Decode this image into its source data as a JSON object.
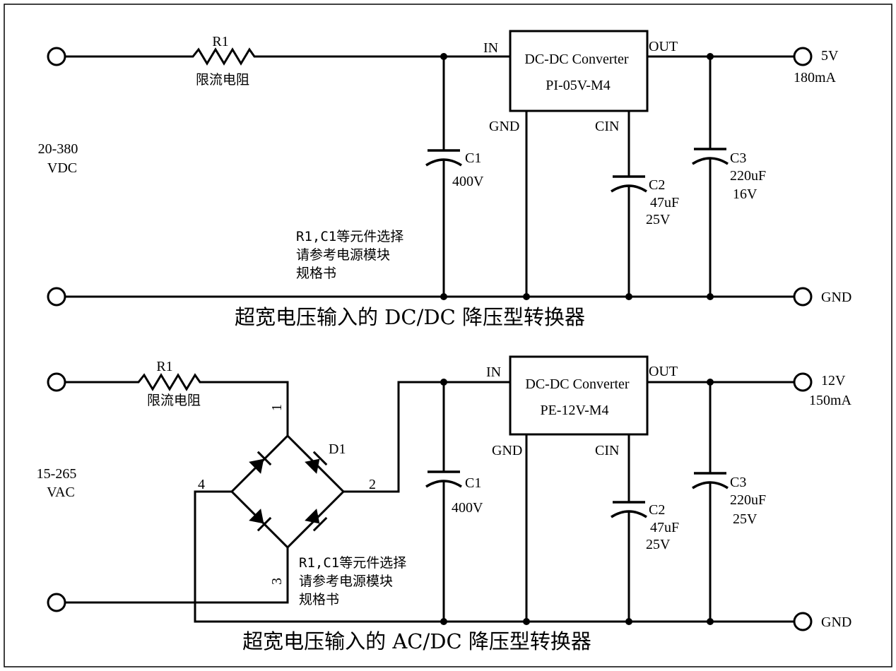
{
  "top": {
    "r1_label": "R1",
    "r1_desc": "限流电阻",
    "input_voltage_line1": "20-380",
    "input_voltage_line2": "VDC",
    "c1_label": "C1",
    "c1_value": "400V",
    "pin_in": "IN",
    "pin_out": "OUT",
    "pin_gnd": "GND",
    "pin_cin": "CIN",
    "module_name": "DC-DC Converter",
    "module_model": "PI-05V-M4",
    "c2_label": "C2",
    "c2_value1": "47uF",
    "c2_value2": "25V",
    "c3_label": "C3",
    "c3_value1": "220uF",
    "c3_value2": "16V",
    "output_voltage": "5V",
    "output_current": "180mA",
    "gnd_terminal": "GND",
    "note_line1": "R1,C1等元件选择",
    "note_line2": "请参考电源模块",
    "note_line3": "规格书",
    "title": "超宽电压输入的 DC/DC 降压型转换器"
  },
  "bottom": {
    "r1_label": "R1",
    "r1_desc": "限流电阻",
    "input_voltage_line1": "15-265",
    "input_voltage_line2": "VAC",
    "bridge_label": "D1",
    "pin_1": "1",
    "pin_2": "2",
    "pin_3": "3",
    "pin_4": "4",
    "c1_label": "C1",
    "c1_value": "400V",
    "pin_in": "IN",
    "pin_out": "OUT",
    "pin_gnd": "GND",
    "pin_cin": "CIN",
    "module_name": "DC-DC Converter",
    "module_model": "PE-12V-M4",
    "c2_label": "C2",
    "c2_value1": "47uF",
    "c2_value2": "25V",
    "c3_label": "C3",
    "c3_value1": "220uF",
    "c3_value2": "25V",
    "output_voltage": "12V",
    "output_current": "150mA",
    "gnd_terminal": "GND",
    "note_line1": "R1,C1等元件选择",
    "note_line2": "请参考电源模块",
    "note_line3": "规格书",
    "title": "超宽电压输入的 AC/DC 降压型转换器"
  }
}
